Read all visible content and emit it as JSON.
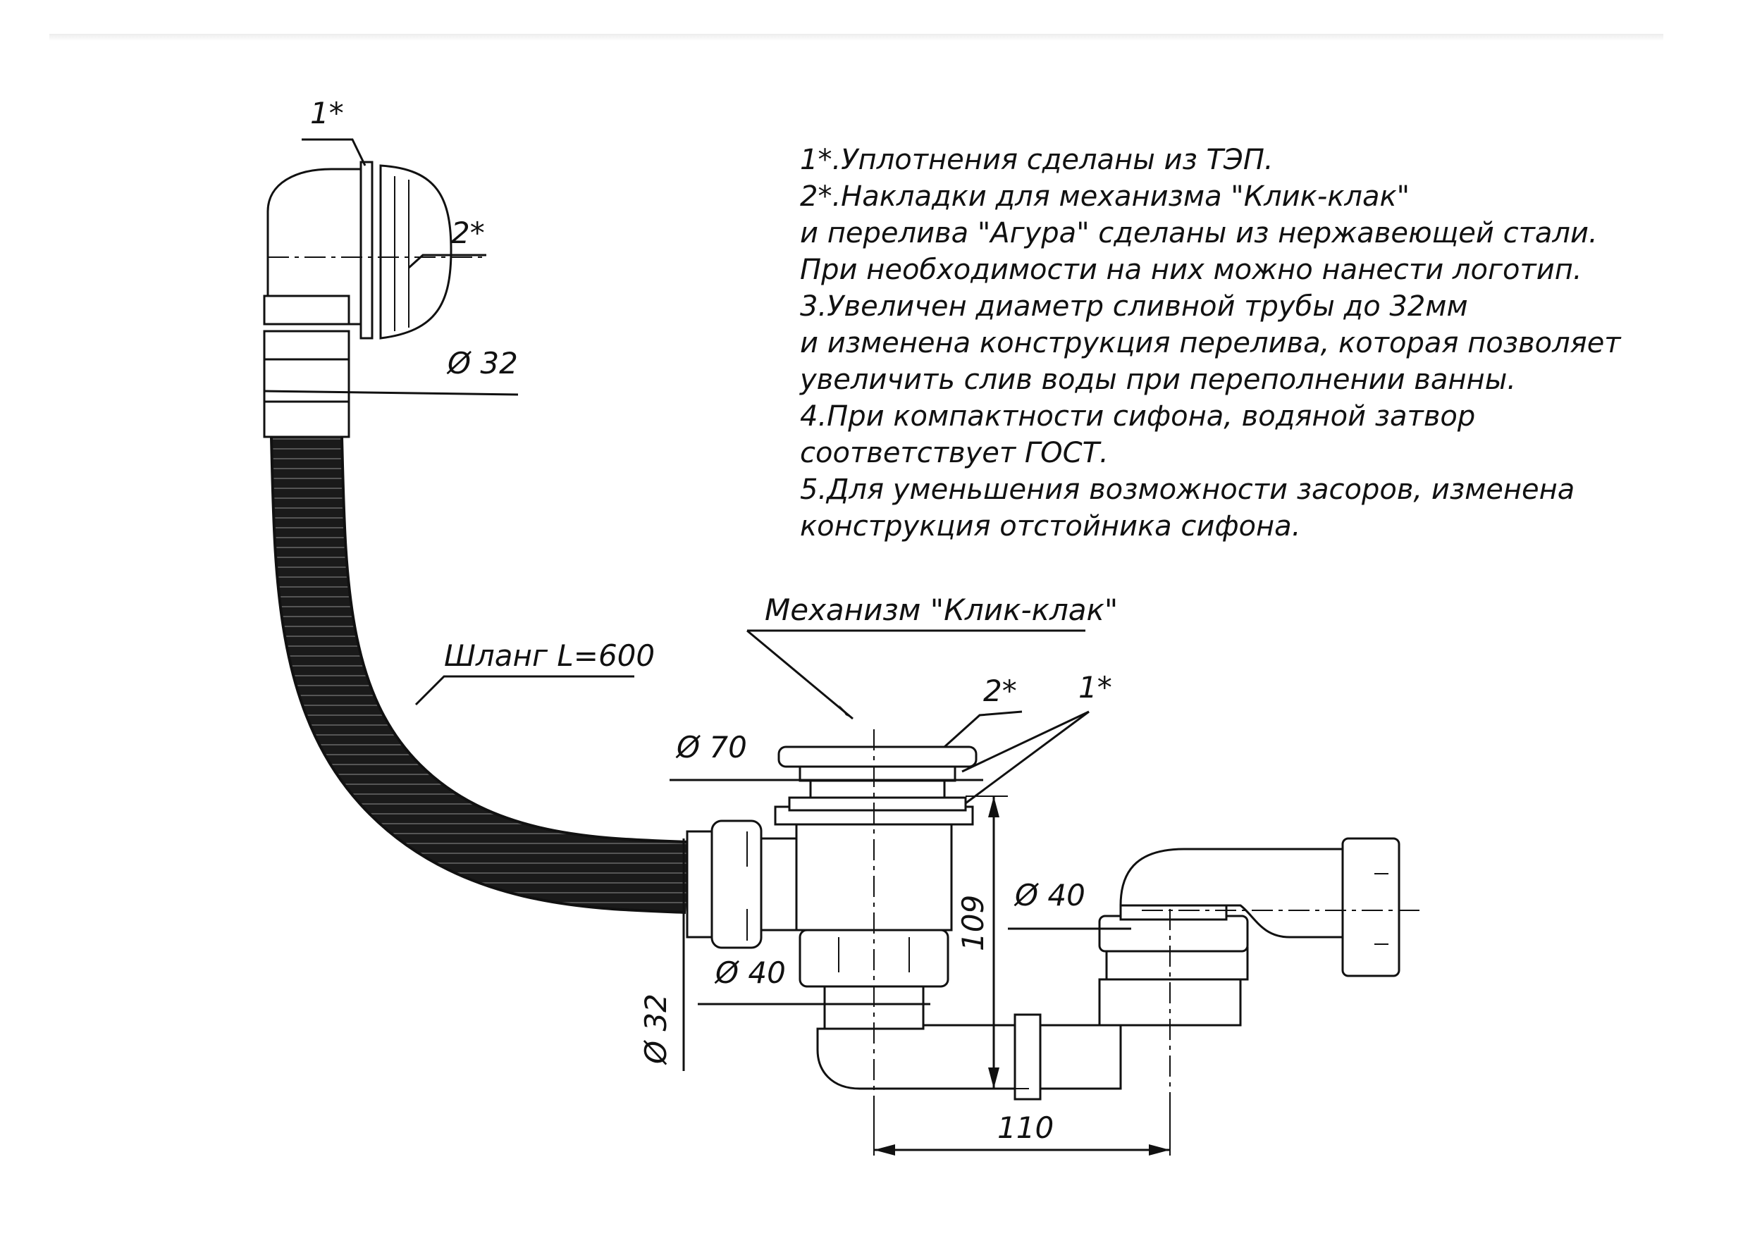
{
  "notes": [
    "1*.Уплотнения сделаны из ТЭП.",
    "2*.Накладки для механизма \"Клик-клак\"",
    "и перелива  \"Агура\" сделаны из нержавеющей стали.",
    "При необходимости на них можно нанести логотип.",
    "3.Увеличен диаметр сливной трубы до 32мм",
    "и изменена конструкция перелива, которая позволяет",
    "увеличить слив воды при переполнении ванны.",
    "4.При компактности сифона, водяной затвор",
    "соответствует ГОСТ.",
    "5.Для уменьшения возможности засоров, изменена",
    "конструкция отстойника сифона."
  ],
  "labels": {
    "seal_overflow": "1*",
    "cover_overflow": "2*",
    "dia_overflow": "Ø 32",
    "hose": "Шланг L=600",
    "mechanism": "Механизм \"Клик-клак\"",
    "cover_drain": "2*",
    "seal_drain": "1*",
    "dia_70": "Ø 70",
    "dia_40_outlet": "Ø 40",
    "dia_40_siphon": "Ø 40",
    "dia_32_hose": "Ø 32",
    "dim_109": "109",
    "dim_110": "110"
  },
  "colors": {
    "line": "#111111",
    "hose": "#1a1a1a",
    "background": "#ffffff"
  }
}
